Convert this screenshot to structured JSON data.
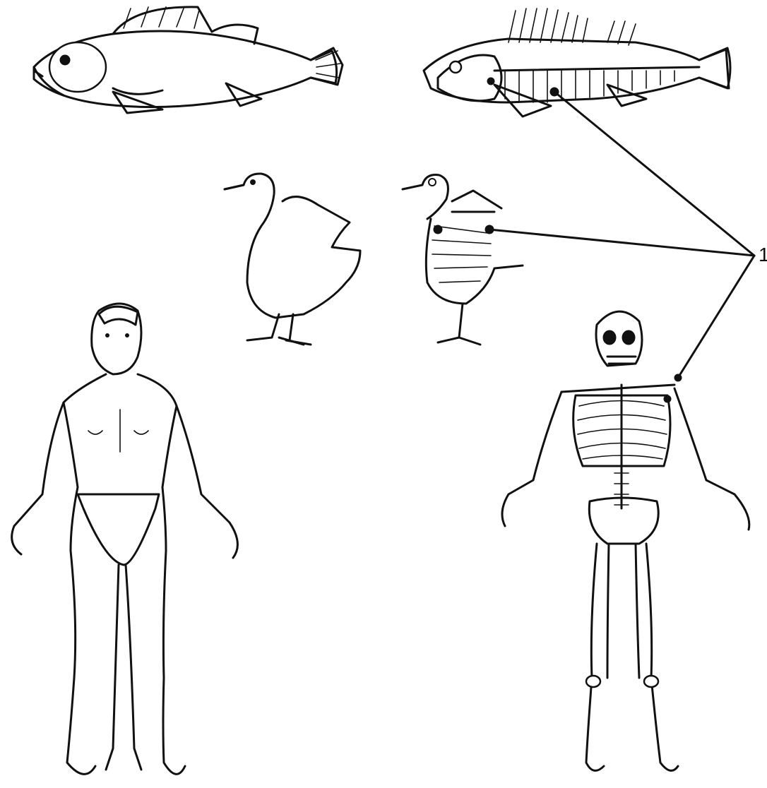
{
  "figure": {
    "callout_label": "1",
    "panels": [
      {
        "id": "fish",
        "icon": "fish-icon"
      },
      {
        "id": "fish-skeleton",
        "icon": "fish-skeleton-icon"
      },
      {
        "id": "bird",
        "icon": "bird-icon"
      },
      {
        "id": "bird-skeleton",
        "icon": "bird-skeleton-icon"
      },
      {
        "id": "human",
        "icon": "human-figure-icon"
      },
      {
        "id": "human-skeleton",
        "icon": "human-skeleton-icon"
      }
    ],
    "colors": {
      "ink": "#111111",
      "background": "#ffffff"
    }
  }
}
